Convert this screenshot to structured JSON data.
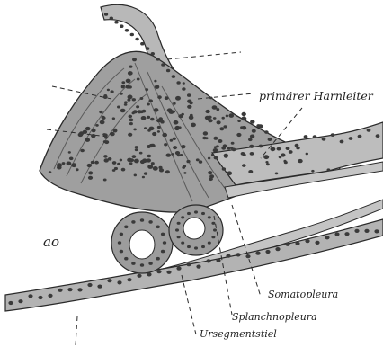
{
  "figure": {
    "labels": {
      "primary_ureter": "primärer Harnleiter",
      "somatopleura": "Somatopleura",
      "splanchnopleura": "Splanchnopleura",
      "somite_stalk": "Ursegmentstiel",
      "aorta": "ao"
    },
    "colors": {
      "ink": "#2a2a2a",
      "tissue": "#b5b5b5",
      "tissue_dark": "#8f8f8f",
      "nucleus": "#3a3a3a",
      "background": "#ffffff"
    }
  }
}
